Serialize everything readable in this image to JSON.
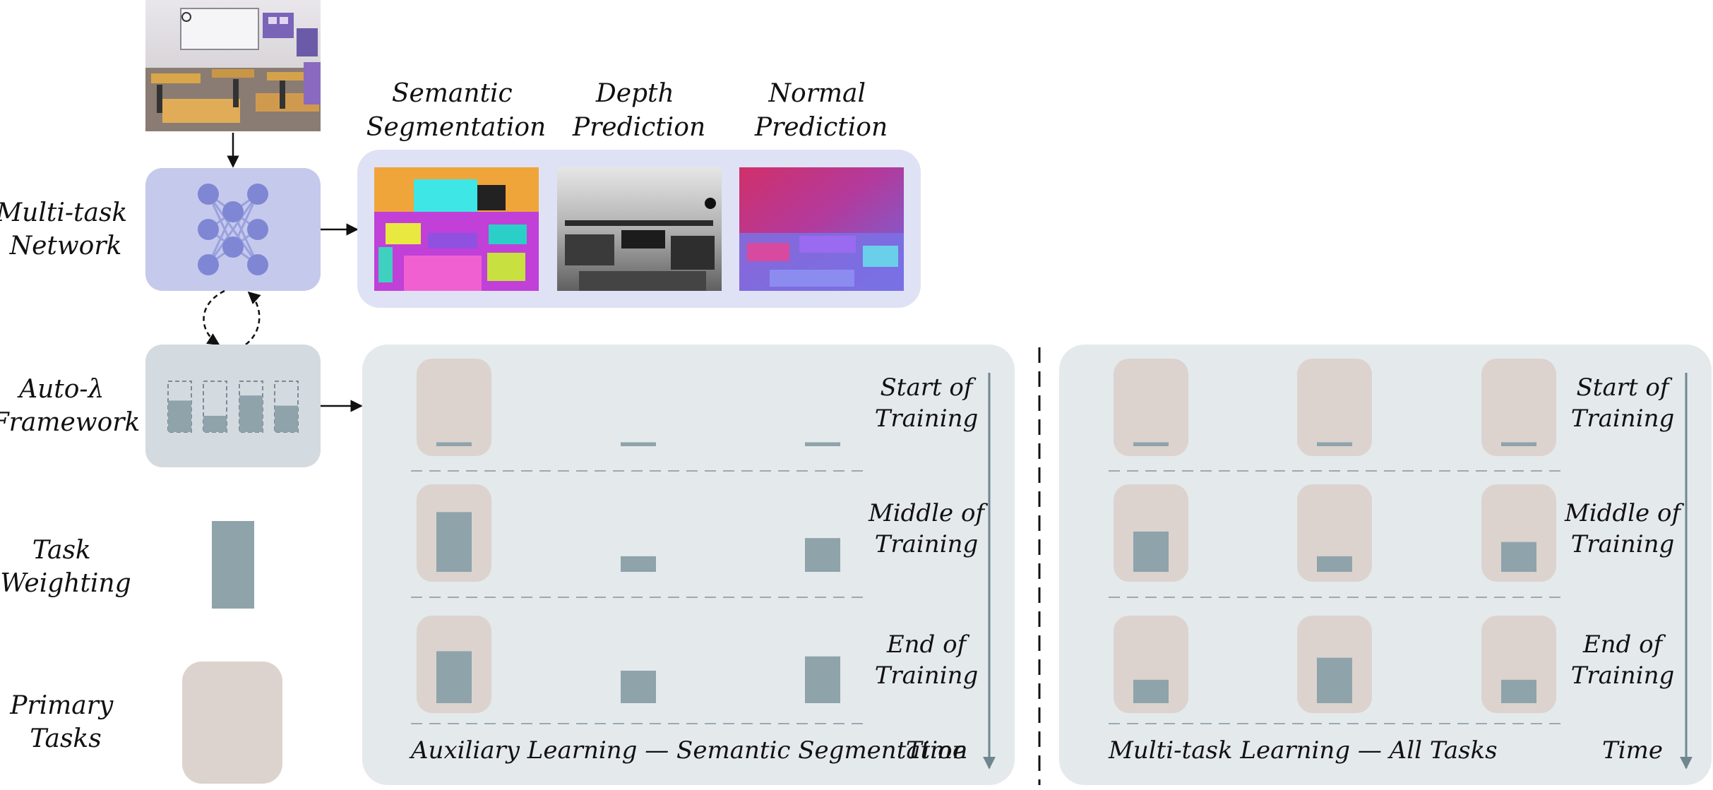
{
  "left_labels": {
    "network": [
      "Multi-task",
      "Network"
    ],
    "framework": [
      "Auto-λ",
      "Framework"
    ],
    "weighting": [
      "Task",
      "Weighting"
    ],
    "primary": [
      "Primary",
      "Tasks"
    ]
  },
  "task_titles": [
    [
      "Semantic",
      "Segmentation"
    ],
    [
      "Depth",
      "Prediction"
    ],
    [
      "Normal",
      "Prediction"
    ]
  ],
  "stages": [
    [
      "Start of",
      "Training"
    ],
    [
      "Middle of",
      "Training"
    ],
    [
      "End of",
      "Training"
    ]
  ],
  "time_label": "Time",
  "panels": [
    {
      "caption": "Auxiliary Learning — Semantic Segmentation",
      "primary": [
        true,
        false,
        false
      ],
      "weights": [
        [
          0.06,
          0.06,
          0.06
        ],
        [
          0.92,
          0.24,
          0.52
        ],
        [
          0.8,
          0.5,
          0.72
        ]
      ]
    },
    {
      "caption": "Multi-task Learning — All Tasks",
      "primary": [
        true,
        true,
        true
      ],
      "weights": [
        [
          0.06,
          0.06,
          0.06
        ],
        [
          0.62,
          0.24,
          0.46
        ],
        [
          0.36,
          0.7,
          0.36
        ]
      ]
    }
  ],
  "framework_bars": [
    0.62,
    0.32,
    0.72,
    0.52
  ],
  "colors": {
    "network_box": "#c5c9ec",
    "node": "#7f87d4",
    "edge": "#9aa1de",
    "framework_box": "#d4dbe0",
    "bar": "#8fa3ab",
    "primary_box": "#dcd3ce",
    "panel": "#e4e9ec",
    "predictions_box": "#dfe2f4",
    "arrow": "#111111",
    "time_arrow": "#6f8690"
  }
}
